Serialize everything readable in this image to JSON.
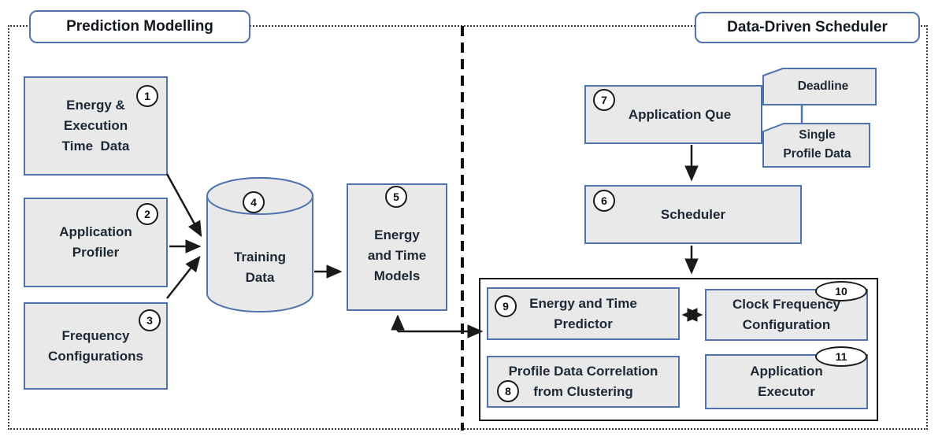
{
  "colors": {
    "accent_blue": "#4e73ae",
    "node_fill": "#e9e9e9",
    "line_black": "#1a1a1a"
  },
  "sections": {
    "left_title": "Prediction Modelling",
    "right_title": "Data-Driven Scheduler"
  },
  "nodes": {
    "energy_execution_time_data": {
      "num": "1",
      "lines": [
        "Energy &",
        "Execution",
        "Time  Data"
      ]
    },
    "application_profiler": {
      "num": "2",
      "lines": [
        "Application",
        "Profiler"
      ]
    },
    "frequency_configurations": {
      "num": "3",
      "lines": [
        "Frequency",
        "Configurations"
      ]
    },
    "training_data": {
      "num": "4",
      "lines": [
        "Training",
        "Data"
      ]
    },
    "energy_time_models": {
      "num": "5",
      "lines": [
        "Energy",
        "and Time",
        "Models"
      ]
    },
    "scheduler": {
      "num": "6",
      "label": "Scheduler"
    },
    "application_que": {
      "num": "7",
      "label": "Application Que"
    },
    "deadline_tag": {
      "label": "Deadline"
    },
    "single_profile_tag": {
      "lines": [
        "Single",
        "Profile Data"
      ]
    },
    "energy_time_predictor": {
      "num": "9",
      "lines": [
        "Energy and Time",
        "Predictor"
      ]
    },
    "clock_frequency_configuration": {
      "num": "10",
      "lines": [
        "Clock Frequency",
        "Configuration"
      ]
    },
    "profile_data_correlation": {
      "num": "8",
      "lines": [
        "Profile Data Correlation",
        "from Clustering"
      ]
    },
    "application_executor": {
      "num": "11",
      "lines": [
        "Application",
        "Executor"
      ]
    }
  }
}
